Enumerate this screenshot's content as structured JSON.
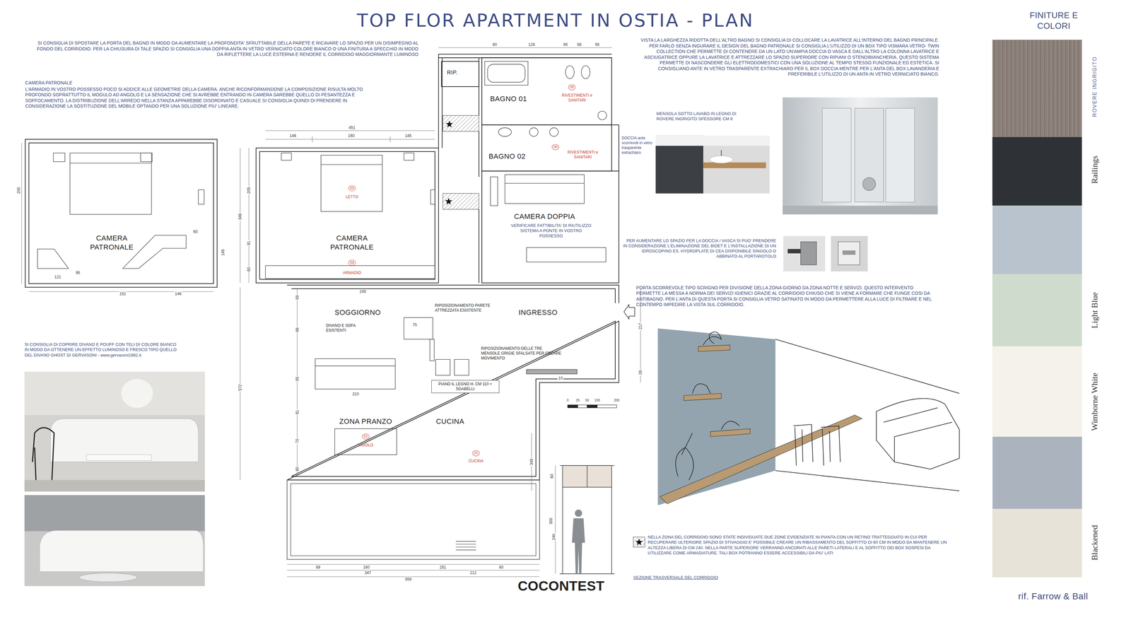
{
  "diagram": {
    "title": "TOP FLOR APARTMENT IN OSTIA - PLAN",
    "nodes": [
      {
        "text": [
          "PIANO IL LEGNO H. CM 110 + SGABELLI"
        ]
      }
    ],
    "labels": [
      "SI CONSIGLIA DI SPOSTARE LA PORTA DEL BAGNO IN MODO DA AUMENTARE LA PROFONDITA' SFRUTTABILE DELLA PARETE E RICAVARE LO SPAZIO PER UN DISIMPEGNO AL FONDO DEL CORRIDOIO. PER LA CHIUSURA DI TALE SPAZIO SI CONSIGLIA UNA DOPPIA ANTA IN VETRO VERNICIATO COLORE BIANCO O UNA FINITURA A SPECCHIO IN MODO DA RIFLETTERE LA LUCE ESTERNA E RENDERE IL CORRIDOIO MAGGIORMANTE LUMINOSO",
      "CAMERA PATRONALE",
      "L'ARMADIO IN VOSTRO POSSESSO POCO SI ADDICE ALLE GEOMETRIE DELLA CAMERA. ANCHE RICONFORMANDONE LA COMPOSIZIONE RISULTA MOLTO PROFONDO SOPRATTUTTO IL MODULO AD ANGOLO E LA SENSAZIONE CHE SI AVREBBE ENTRANDO IN CAMERA SAREBBE QUELLO DI PESANTEZZA E SOFFOCAMENTO. LA DISTRIBUZIONE DELL'ARREDO NELLA STANZA APPAREBBE DISORDINATO E CASUALE SI CONSIGLIA QUINDI DI PRENDERE IN CONSIDERAZIONE LA SOSTITUZIONE DEL MOBILE OPTANDO PER UNA SOLUZIONE PIU' LINEARE.",
      "VISTA LA LARGHEZZA RIDOTTA DELL'ALTRO BAGNO SI CONSIGLIA DI COLLOCARE LA LAVATRICE ALL'INTERNO DEL BAGNO PRINCIPALE. PER FARLO SENZA INGURARE IL DESIGN DEL BAGNO PATRONALE SI CONSIGLIA L'UTILIZZO DI UN BOX TIPO VISMARA VETRO- TWIN COLLECTION CHE PERMETTE DI CONTENERE DA UN LATO UN'AMPIA DOCCIA O VASCA E DALL'ALTRO LA COLONNA LAVATRICE E ASCIUGATRICE OPPURE LA LAVATRICE E ATTREZZARE LO SPAZIO SUPERIORE CON RIPIANI O STENDIBIANCHERIA. QUESTO SISTEMA PERMETTE DI NASCONDERE GLI ELETTRODOMESTICI CON UNA SOLUZIONE AL TEMPO STESSO FUNZIONALE ED ESTETICA. SI CONSIGLIANO ANTE IN VETRO TRASPARENTE EXTRACHIARO PER IL BOX DOCCIA MENTRE PER L'ANTA DEL BOX LAVANDERIA E PREFERIBILE L'UTILIZZO DI UN ANTA IN VETRO VERNICIATO BIANCO.",
      "MENSOLA SOTTO LAVABO IN LEGNO DI ROVERE INGRIGITO SPESSORE CM 8",
      "DOCCIA ante scorrevoli in vetro trasparente extrachiaro",
      "PER AUMENTARE LO SPAZIO PER LA DOCCIA / VASCA SI PUO' PRENDERE IN CONSIDERAZIONE L'ELIMINAZIONE DEL BIDET E L'INSTALLAZIONE DI UN IDROSCOPINO ES. HYDROPLATE DI CEA DISPONIBILE SINGOLO O ABBINATO AL PORTAROTOLO",
      "PORTA SCORREVOLE TIPO SCRIGNO PER DIVISIONE DELLA ZONA GIORNO DA ZONA NOTTE E SERVIZI. QUESTO INTERVENTO PERMETTE LA MESSA A NORMA DEI SERVIZI IGIENICI GRAZIE AL CORRIDOIO CHIUSO CHE SI VIENE A FORMARE CHE FUNGE COSI DA ANTIBAGNO. PER L'ANTA DI QUESTA PORTA SI CONSIGLIA VETRO SATINATO IN MODO DA PERMETTERE ALLA LUCE DI FILTRARE E NEL CONTEMPO IMPEDIRE LA VISTA SUL CORRIDOIO.",
      "SI CONSIGLIA DI COPRIRE DIVANO E POUFF CON TELI DI COLORE BIANCO IN MODO DA OTTENERE UN EFFETTO LUMINOSO E FRESCO TIPO QUELLO DEL DIVANO GHOST DI GERVASONI - www.gervasoni1882.it",
      "NELLA ZONA DEL CORRIDOIO SONO STATE INDIVIDUATE DUE ZONE EVIDENZIATE IN PIANTA CON UN RETINO TRATTEGGIATO IN CUI PER RECUPERARE ULTERIORE SPAZIO DI STIVAGGIO E' POSSIBILE CREARE UN RIBASSAMENTO DEL SOFFITTO DI 60 CM IN MODO DA MANTENERE UN ALTEZZA LIBERA DI CM 240. NELLA PARTE SUPERIORE VERRANNO ANCORATI ALLE PARETI LATERALI E AL SOFFITTO DEI BOX SOSPESI DA UTILIZZARE COME ARMADIATURE. TALI BOX POTRANNO ESSERE ACCESSIBILI DA PIU' LATI",
      "SEZIONE TRASVERSALE DEL CORRIDOIO",
      "RIP.",
      "BAGNO 01",
      "05",
      "RIVESTIMENTI e SANITARI",
      "BAGNO 02",
      "06",
      "RIVESTIMENTI e SANITARI",
      "CAMERA DOPPIA",
      "VERIFICARE FATTIBILITA' DI RIUTILIZZO SISTEMA A PONTE IN VOSTRO POSSESSO",
      "CAMERA PATRONALE",
      "CAMERA PATRONALE",
      "03",
      "LETTO",
      "04",
      "ARMADIO",
      "SOGGIORNO",
      "INGRESSO",
      "DIVANO E SOFA ESISTENTI",
      "RIPOSIZIONAMENTO PARETE ATTREZZATA ESISTENTE",
      "RIPOSIZIONAMENTO DELLE TRE MENSOLE GRIGIE SFALSATE PER CREARE MOVIMENTO",
      "ZONA PRANZO",
      "CUCINA",
      "02",
      "TAVOLO",
      "01",
      "CUCINA",
      "FINITURE E COLORI",
      "rif. Farrow & Ball",
      "COCONTEST",
      "60",
      "128",
      "95",
      "58",
      "95",
      "451",
      "146",
      "160",
      "145",
      "200",
      "60",
      "149",
      "121",
      "95",
      "152",
      "146",
      "205",
      "346",
      "81",
      "60",
      "245",
      "75",
      "10",
      "99",
      "66",
      "95",
      "81",
      "70",
      "80",
      "572",
      "210",
      "217",
      "26",
      "349",
      "60",
      "300",
      "240",
      "89",
      "160",
      "251",
      "60",
      "347",
      "212",
      "559",
      "0",
      "25",
      "50",
      "100",
      "200"
    ],
    "legend": [
      {
        "text": "ROVERE INGRIGITO",
        "color": "#8b8079"
      },
      {
        "text": "Railings",
        "color": "#2e3237"
      },
      {
        "text": "Light Blue",
        "color": "#cfdccd"
      },
      {
        "text": "Wimborne White",
        "color": "#f4f2ea"
      },
      {
        "text": "Blackened",
        "color": "#e8e3d8"
      }
    ]
  }
}
